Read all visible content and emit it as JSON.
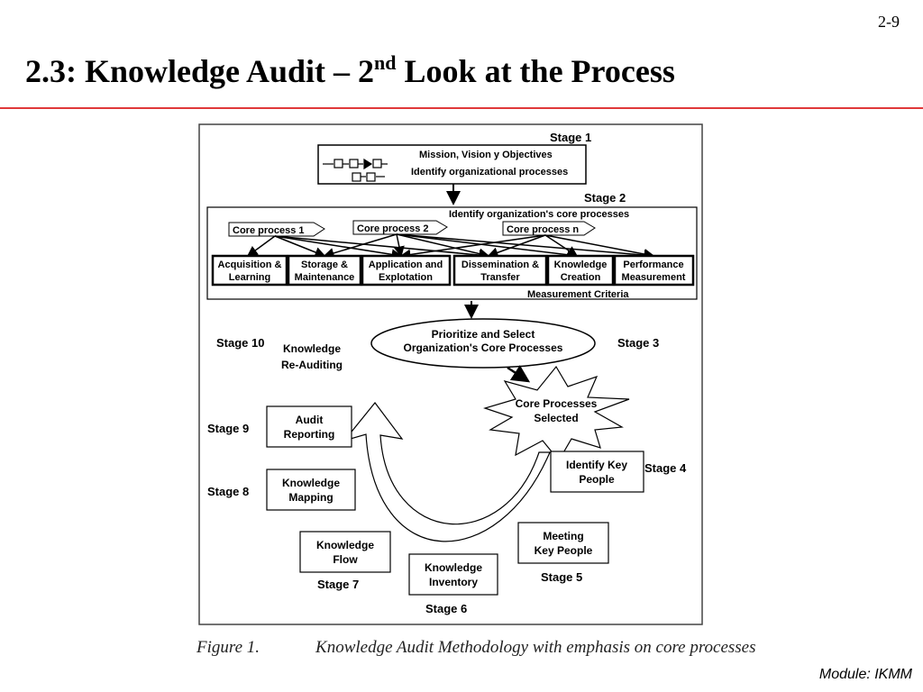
{
  "slide": {
    "page_number": "2-9",
    "title_prefix": "2.3: Knowledge Audit – 2",
    "title_sup": "nd",
    "title_suffix": " Look at the Process",
    "module": "Module: IKMM"
  },
  "figure": {
    "caption_label": "Figure 1.",
    "caption_text": "Knowledge Audit Methodology with emphasis on core processes",
    "stage1": {
      "label": "Stage 1",
      "line1": "Mission, Vision y Objectives",
      "line2": "Identify organizational processes"
    },
    "stage2": {
      "label": "Stage 2",
      "heading": "Identify organization's core processes",
      "core_processes": [
        "Core process 1",
        "Core process 2",
        "Core process n"
      ],
      "activities": [
        {
          "line1": "Acquisition &",
          "line2": "Learning"
        },
        {
          "line1": "Storage &",
          "line2": "Maintenance"
        },
        {
          "line1": "Application and",
          "line2": "Explotation"
        },
        {
          "line1": "Dissemination &",
          "line2": "Transfer"
        },
        {
          "line1": "Knowledge",
          "line2": "Creation"
        },
        {
          "line1": "Performance",
          "line2": "Measurement"
        }
      ],
      "criteria": "Measurement Criteria"
    },
    "stage3": {
      "label": "Stage 3",
      "line1": "Prioritize and Select",
      "line2": "Organization's Core Processes"
    },
    "selected": {
      "line1": "Core Processes",
      "line2": "Selected"
    },
    "stage4": {
      "label": "Stage 4",
      "line1": "Identify Key",
      "line2": "People"
    },
    "stage5": {
      "label": "Stage 5",
      "line1": "Meeting",
      "line2": "Key People"
    },
    "stage6": {
      "label": "Stage 6",
      "line1": "Knowledge",
      "line2": "Inventory"
    },
    "stage7": {
      "label": "Stage 7",
      "line1": "Knowledge",
      "line2": "Flow"
    },
    "stage8": {
      "label": "Stage 8",
      "line1": "Knowledge",
      "line2": "Mapping"
    },
    "stage9": {
      "label": "Stage 9",
      "line1": "Audit",
      "line2": "Reporting"
    },
    "stage10": {
      "label": "Stage 10",
      "line1": "Knowledge",
      "line2": "Re-Auditing"
    }
  }
}
